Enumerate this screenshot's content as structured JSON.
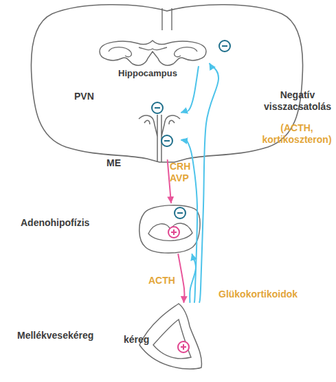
{
  "diagram": {
    "nodes": [
      {
        "text": [
          "Hippocampus"
        ]
      },
      {
        "text": [
          "PVN",
          "ME"
        ]
      },
      {
        "text": [
          "Adenohipofízis"
        ]
      },
      {
        "text": [
          "Mellékvesekéreg",
          "kéreg"
        ]
      }
    ],
    "edges": [
      {
        "from": 1,
        "to": 2,
        "arrow": "to",
        "label": "CRH AVP"
      },
      {
        "from": 2,
        "to": 3,
        "arrow": "to",
        "label": "ACTH"
      },
      {
        "from": 3,
        "to": 0,
        "arrow": "to"
      },
      {
        "from": 3,
        "to": 1,
        "arrow": "to"
      },
      {
        "from": 3,
        "to": 2,
        "arrow": "to"
      },
      {
        "from": 0,
        "to": 1,
        "arrow": "to"
      }
    ],
    "labels": [
      "Negatív visszacsatolás",
      "(ACTH, kortikoszteron)",
      "Glükokortikoidok"
    ]
  }
}
